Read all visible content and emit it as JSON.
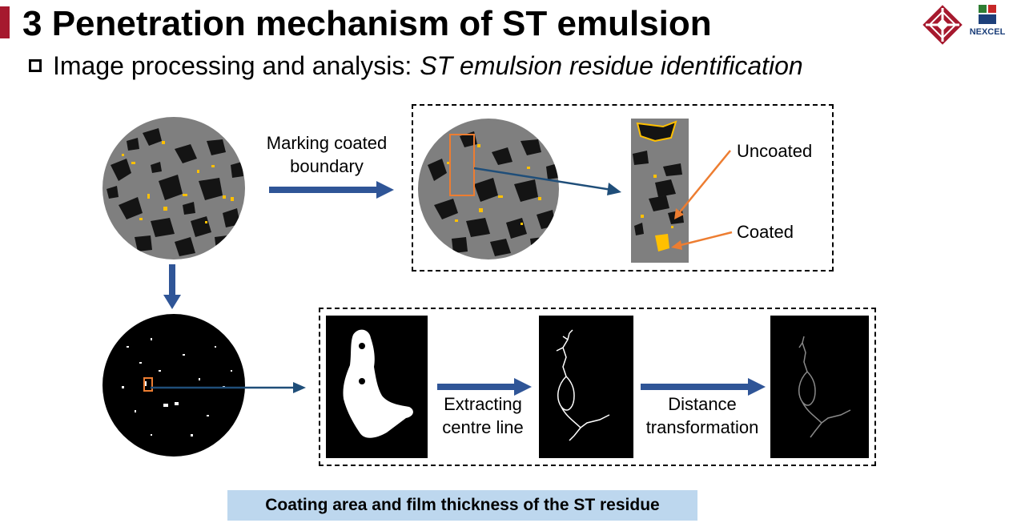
{
  "slide": {
    "title": "3 Penetration mechanism of ST emulsion",
    "subtitle_plain": "Image processing and analysis:",
    "subtitle_italic": "ST emulsion residue identification",
    "logo_text": "NEXCEL"
  },
  "labels": {
    "marking": "Marking coated\nboundary",
    "uncoated": "Uncoated",
    "coated": "Coated",
    "extracting": "Extracting\ncentre line",
    "distance": "Distance\ntransformation",
    "caption": "Coating area and film thickness of the ST residue"
  },
  "colors": {
    "arrow": "#2f5597",
    "accent_orange": "#ed7d31",
    "coated_yellow": "#ffc000",
    "brand_red": "#a6192e",
    "caption_bg": "#bdd7ee"
  }
}
